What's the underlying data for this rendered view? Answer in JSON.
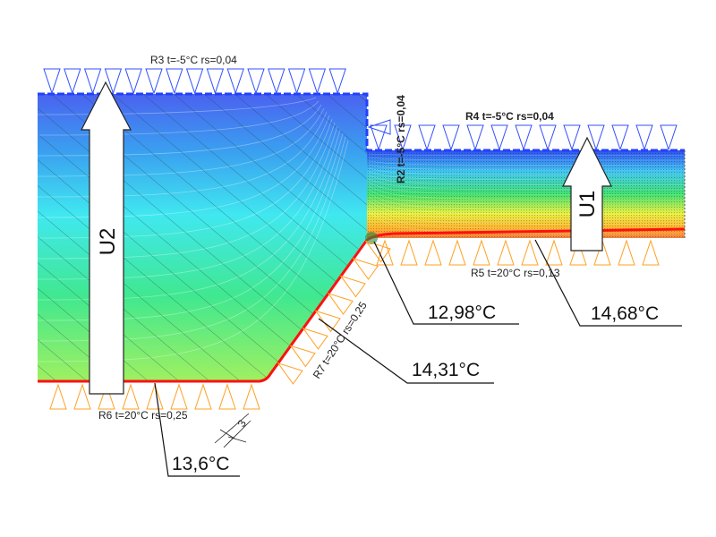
{
  "boundaries": {
    "r3": "R3 t=-5°C rs=0,04",
    "r2": "R2 t=-5°C rs=0,04",
    "r4": "R4 t=-5°C rs=0,04",
    "r5": "R5 t=20°C rs=0,13",
    "r6": "R6 t=20°C rs=0,25",
    "r7": "R7 t=20°C rs=0,25"
  },
  "flux_arrows": {
    "u1": "U1",
    "u2": "U2"
  },
  "temperatures": {
    "t1": "12,98°C",
    "t2": "14,68°C",
    "t3": "14,31°C",
    "t4": "13,6°C"
  },
  "dimension": "3",
  "colors": {
    "cold": "#3050ff",
    "warm": "#ffa020",
    "surface": "#ff1010"
  }
}
